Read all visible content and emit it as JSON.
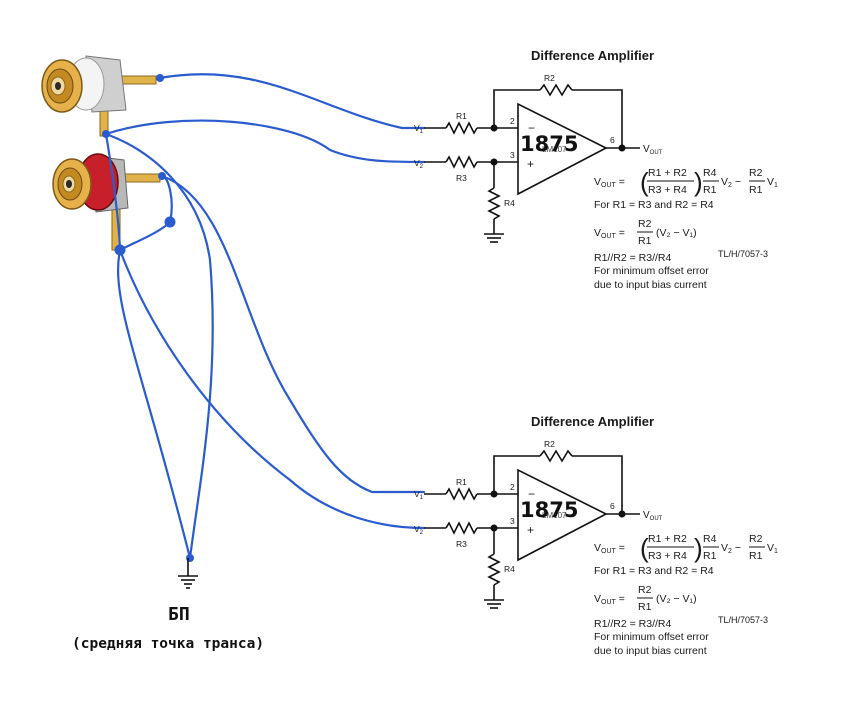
{
  "amplifiers": [
    {
      "title": "Difference Amplifier",
      "chip_label": "1875",
      "chip_under_label": "LM107",
      "labels": {
        "r1": "R1",
        "r2": "R2",
        "r3": "R3",
        "r4": "R4",
        "v1": "V",
        "v1_sub": "1",
        "v2": "V",
        "v2_sub": "2",
        "vout": "V",
        "vout_sub": "OUT",
        "pin2": "2",
        "pin3": "3",
        "pin6": "6",
        "minus": "−",
        "plus": "+"
      },
      "formula": {
        "lhs": "V",
        "lhs_sub": "OUT",
        "num": "R1 + R2",
        "den": "R3 + R4",
        "r4": "R4",
        "r1": "R1",
        "v2": "V",
        "v2_sub": "2",
        "r2": "R2",
        "r1b": "R1",
        "v1": "V",
        "v1_sub": "1"
      },
      "cond1": "For R1 = R3 and R2 = R4",
      "formula2": {
        "lhs": "V",
        "lhs_sub": "OUT",
        "num": "R2",
        "den": "R1",
        "tail": "(V₂ − V₁)"
      },
      "cond2": "R1//R2 = R3//R4",
      "ref": "TL/H/7057-3",
      "note1": "For minimum offset error",
      "note2": "due to input bias current"
    },
    {
      "title": "Difference Amplifier",
      "chip_label": "1875",
      "chip_under_label": "LM107",
      "labels": {
        "r1": "R1",
        "r2": "R2",
        "r3": "R3",
        "r4": "R4",
        "v1": "V",
        "v1_sub": "1",
        "v2": "V",
        "v2_sub": "2",
        "vout": "V",
        "vout_sub": "OUT",
        "pin2": "2",
        "pin3": "3",
        "pin6": "6",
        "minus": "−",
        "plus": "+"
      },
      "formula": {
        "lhs": "V",
        "lhs_sub": "OUT",
        "num": "R1 + R2",
        "den": "R3 + R4",
        "r4": "R4",
        "r1": "R1",
        "v2": "V",
        "v2_sub": "2",
        "r2": "R2",
        "r1b": "R1",
        "v1": "V",
        "v1_sub": "1"
      },
      "cond1": "For R1 = R3 and R2 = R4",
      "formula2": {
        "lhs": "V",
        "lhs_sub": "OUT",
        "num": "R2",
        "den": "R1",
        "tail": "(V₂ − V₁)"
      },
      "cond2": "R1//R2 = R3//R4",
      "ref": "TL/H/7057-3",
      "note1": "For minimum offset error",
      "note2": "due to input bias current"
    }
  ],
  "power_supply": {
    "label": "БП",
    "caption": "(средняя точка транса)"
  },
  "colors": {
    "wire": "#2a5ccf",
    "gold": "#d9a63a",
    "red_connector": "#c8202a",
    "white_connector": "#f2f2f2"
  }
}
